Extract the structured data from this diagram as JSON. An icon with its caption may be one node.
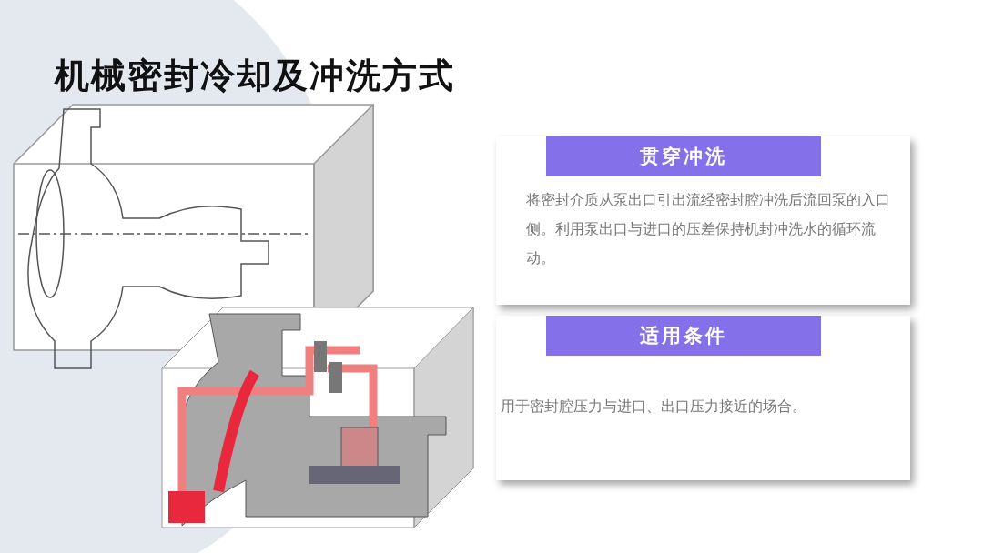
{
  "diagram": {
    "title": "机械密封冷却及冲洗方式",
    "nodes": [
      {
        "text": [
          "贯穿冲洗",
          "将密封介质从泵出口引出流经密封腔冲洗后流回泵的入口侧。利用泵出口与进口的压差保持机封冲洗水的循环流动。"
        ]
      },
      {
        "text": [
          "适用条件",
          "用于密封腔压力与进口、出口压力接近的场合。"
        ]
      }
    ]
  }
}
